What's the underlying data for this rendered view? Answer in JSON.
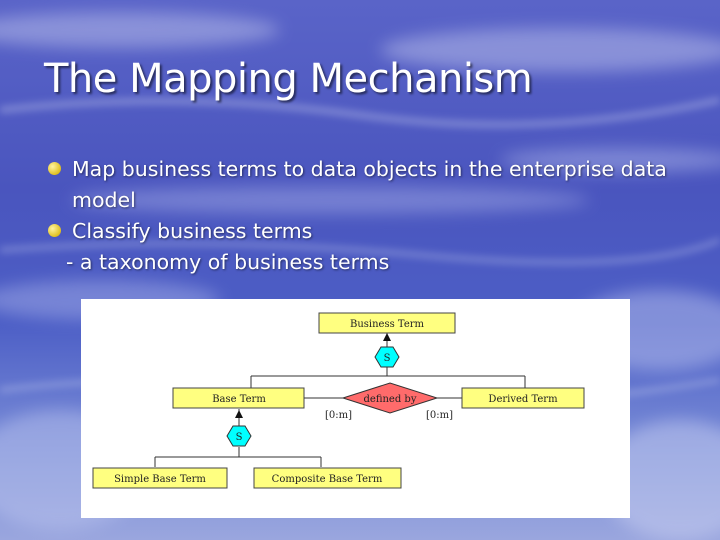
{
  "slide": {
    "title": "The Mapping Mechanism",
    "bullets": [
      "Map business terms to data objects in the enterprise data model",
      "Classify business terms"
    ],
    "sub_bullet": "- a taxonomy of business terms"
  },
  "diagram": {
    "nodes": {
      "business_term": "Business Term",
      "base_term": "Base Term",
      "derived_term": "Derived Term",
      "defined_by": "defined by",
      "simple_base_term": "Simple Base Term",
      "composite_base_term": "Composite Base Term"
    },
    "specialization_marks": [
      "S",
      "S"
    ],
    "cardinalities": [
      "[0:m]",
      "[0:m]"
    ]
  },
  "colors": {
    "box_fill": "#ffff80",
    "diamond_fill": "#ff6b6b",
    "hexagon_fill": "#00ffff",
    "bullet_dot": "#e8c930"
  }
}
